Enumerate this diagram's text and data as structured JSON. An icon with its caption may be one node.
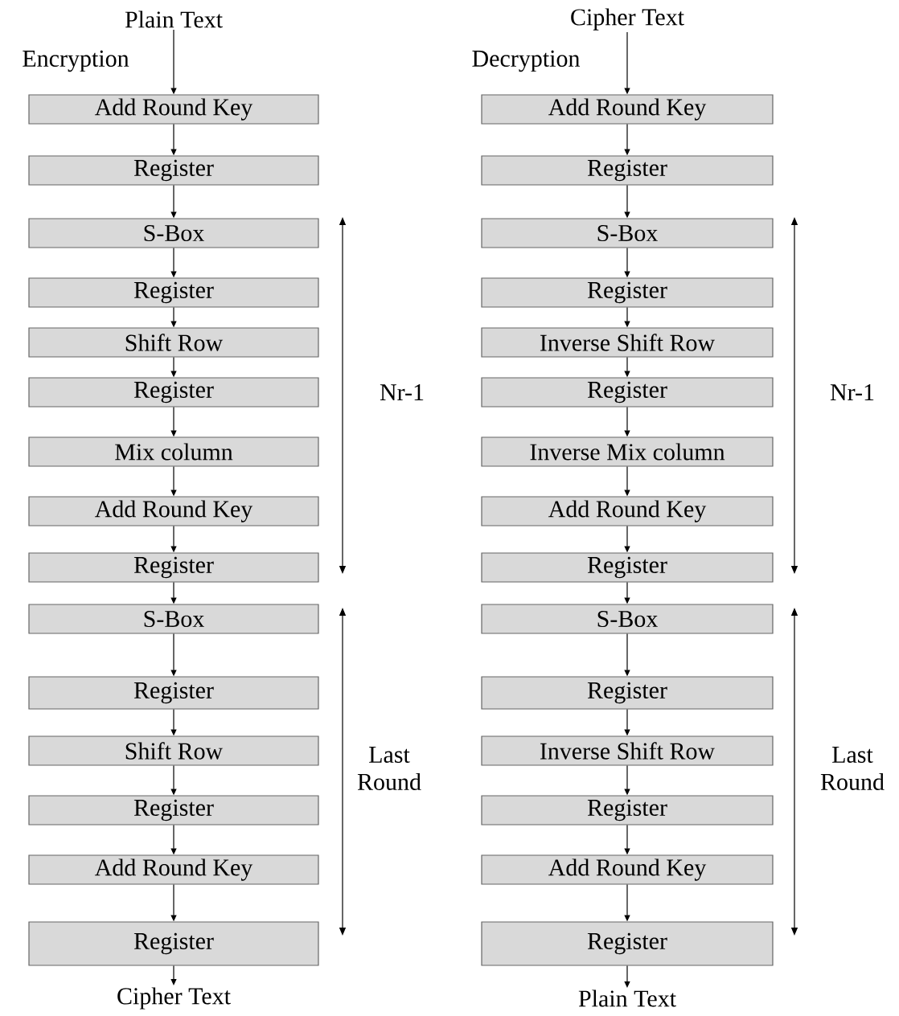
{
  "diagram": {
    "nodes": [
      {
        "text": [
          "Plain Text"
        ]
      },
      {
        "text": [
          "Add Round Key"
        ]
      },
      {
        "text": [
          "Register"
        ]
      },
      {
        "text": [
          "S-Box"
        ]
      },
      {
        "text": [
          "Register"
        ]
      },
      {
        "text": [
          "Shift Row"
        ]
      },
      {
        "text": [
          "Register"
        ]
      },
      {
        "text": [
          "Mix column"
        ]
      },
      {
        "text": [
          "Add Round Key"
        ]
      },
      {
        "text": [
          "Register"
        ]
      },
      {
        "text": [
          "S-Box"
        ]
      },
      {
        "text": [
          "Register"
        ]
      },
      {
        "text": [
          "Shift Row"
        ]
      },
      {
        "text": [
          "Register"
        ]
      },
      {
        "text": [
          "Add Round Key"
        ]
      },
      {
        "text": [
          "Register"
        ]
      },
      {
        "text": [
          "Cipher Text"
        ]
      },
      {
        "text": [
          "Cipher Text"
        ]
      },
      {
        "text": [
          "Add Round Key"
        ]
      },
      {
        "text": [
          "Register"
        ]
      },
      {
        "text": [
          "S-Box"
        ]
      },
      {
        "text": [
          "Register"
        ]
      },
      {
        "text": [
          "Inverse Shift Row"
        ]
      },
      {
        "text": [
          "Register"
        ]
      },
      {
        "text": [
          "Inverse Mix column"
        ]
      },
      {
        "text": [
          "Add Round Key"
        ]
      },
      {
        "text": [
          "Register"
        ]
      },
      {
        "text": [
          "S-Box"
        ]
      },
      {
        "text": [
          "Register"
        ]
      },
      {
        "text": [
          "Inverse Shift Row"
        ]
      },
      {
        "text": [
          "Register"
        ]
      },
      {
        "text": [
          "Add Round Key"
        ]
      },
      {
        "text": [
          "Register"
        ]
      },
      {
        "text": [
          "Plain Text"
        ]
      }
    ],
    "edges": [
      {
        "from": 0,
        "to": 1,
        "arrow": "to"
      },
      {
        "from": 1,
        "to": 2,
        "arrow": "to"
      },
      {
        "from": 2,
        "to": 3,
        "arrow": "to"
      },
      {
        "from": 3,
        "to": 4,
        "arrow": "to"
      },
      {
        "from": 4,
        "to": 5,
        "arrow": "to"
      },
      {
        "from": 5,
        "to": 6,
        "arrow": "to"
      },
      {
        "from": 6,
        "to": 7,
        "arrow": "to"
      },
      {
        "from": 7,
        "to": 8,
        "arrow": "to"
      },
      {
        "from": 8,
        "to": 9,
        "arrow": "to"
      },
      {
        "from": 9,
        "to": 10,
        "arrow": "to"
      },
      {
        "from": 10,
        "to": 11,
        "arrow": "to"
      },
      {
        "from": 11,
        "to": 12,
        "arrow": "to"
      },
      {
        "from": 12,
        "to": 13,
        "arrow": "to"
      },
      {
        "from": 13,
        "to": 14,
        "arrow": "to"
      },
      {
        "from": 14,
        "to": 15,
        "arrow": "to"
      },
      {
        "from": 15,
        "to": 16,
        "arrow": "to"
      },
      {
        "from": 17,
        "to": 18,
        "arrow": "to"
      },
      {
        "from": 18,
        "to": 19,
        "arrow": "to"
      },
      {
        "from": 19,
        "to": 20,
        "arrow": "to"
      },
      {
        "from": 20,
        "to": 21,
        "arrow": "to"
      },
      {
        "from": 21,
        "to": 22,
        "arrow": "to"
      },
      {
        "from": 22,
        "to": 23,
        "arrow": "to"
      },
      {
        "from": 23,
        "to": 24,
        "arrow": "to"
      },
      {
        "from": 24,
        "to": 25,
        "arrow": "to"
      },
      {
        "from": 25,
        "to": 26,
        "arrow": "to"
      },
      {
        "from": 26,
        "to": 27,
        "arrow": "to"
      },
      {
        "from": 27,
        "to": 28,
        "arrow": "to"
      },
      {
        "from": 28,
        "to": 29,
        "arrow": "to"
      },
      {
        "from": 29,
        "to": 30,
        "arrow": "to"
      },
      {
        "from": 30,
        "to": 31,
        "arrow": "to"
      },
      {
        "from": 31,
        "to": 32,
        "arrow": "to"
      },
      {
        "from": 32,
        "to": 33,
        "arrow": "to"
      }
    ],
    "labels": [
      "Encryption",
      "Nr-1",
      "Last Round",
      "Decryption",
      "Nr-1",
      "Last Round"
    ]
  }
}
